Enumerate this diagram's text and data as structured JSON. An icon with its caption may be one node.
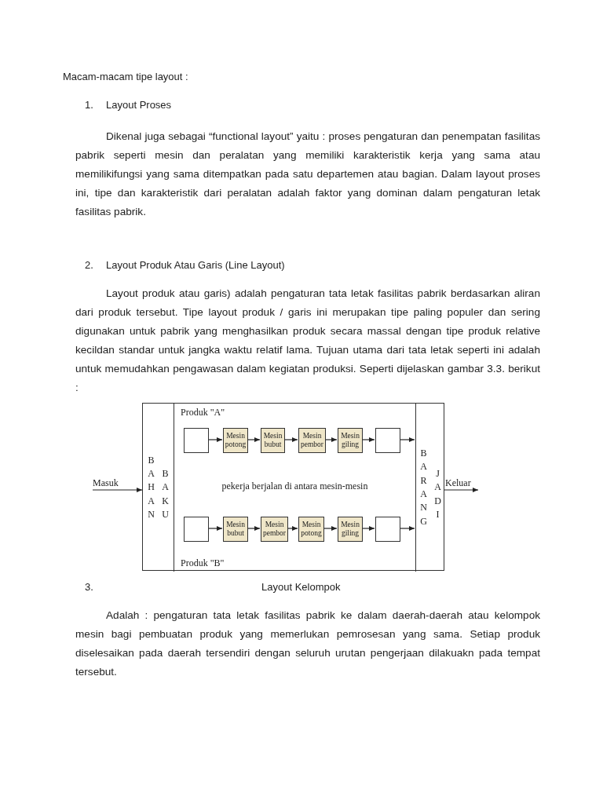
{
  "diagram": {
    "title": "Macam-macam tipe layout :",
    "nodes": [
      {
        "text": [
          "Masuk"
        ]
      },
      {
        "text": [],
        "shape": "box"
      },
      {
        "text": [
          "BAHAN",
          "BAKU"
        ],
        "in": 1
      },
      {
        "text": [
          "Produk \"A\"",
          "pekerja berjalan di antara mesin-mesin",
          "Produk \"B\""
        ],
        "in": 1
      },
      {
        "text": [
          "BARANG",
          "JADI"
        ],
        "in": 1
      },
      {
        "text": [],
        "shape": "box",
        "in": 3
      },
      {
        "text": [
          "Mesin potong"
        ],
        "in": 3
      },
      {
        "text": [
          "Mesin bubut"
        ],
        "in": 3
      },
      {
        "text": [
          "Mesin pembor"
        ],
        "in": 3
      },
      {
        "text": [
          "Mesin giling"
        ],
        "in": 3
      },
      {
        "text": [],
        "shape": "box",
        "in": 3
      },
      {
        "text": [],
        "shape": "box",
        "in": 3
      },
      {
        "text": [
          "Mesin bubut"
        ],
        "in": 3
      },
      {
        "text": [
          "Mesin pembor"
        ],
        "in": 3
      },
      {
        "text": [
          "Mesin potong"
        ],
        "in": 3
      },
      {
        "text": [
          "Mesin giling"
        ],
        "in": 3
      },
      {
        "text": [],
        "shape": "box",
        "in": 3
      },
      {
        "text": [
          "Keluar"
        ]
      }
    ],
    "edges": [
      {
        "from": 0,
        "to": 2,
        "arrow": "to"
      },
      {
        "from": 5,
        "to": 6,
        "arrow": "to"
      },
      {
        "from": 6,
        "to": 7,
        "arrow": "to"
      },
      {
        "from": 7,
        "to": 8,
        "arrow": "to"
      },
      {
        "from": 8,
        "to": 9,
        "arrow": "to"
      },
      {
        "from": 9,
        "to": 10,
        "arrow": "to"
      },
      {
        "from": 10,
        "to": 4,
        "arrow": "to"
      },
      {
        "from": 11,
        "to": 12,
        "arrow": "to"
      },
      {
        "from": 12,
        "to": 13,
        "arrow": "to"
      },
      {
        "from": 13,
        "to": 14,
        "arrow": "to"
      },
      {
        "from": 14,
        "to": 15,
        "arrow": "to"
      },
      {
        "from": 15,
        "to": 16,
        "arrow": "to"
      },
      {
        "from": 16,
        "to": 4,
        "arrow": "to"
      },
      {
        "from": 4,
        "to": 17,
        "arrow": "to"
      }
    ],
    "labels": [
      "1.",
      "Layout Proses",
      "Dikenal juga sebagai  “functional layout” yaitu : proses pengaturan dan penempatan fasilitas pabrik seperti mesin dan peralatan yang memiliki karakteristik kerja yang sama atau memilikifungsi yang sama ditempatkan pada satu departemen atau bagian. Dalam layout proses ini, tipe dan karakteristik dari peralatan adalah faktor yang dominan dalam pengaturan letak fasilitas pabrik.",
      "2.",
      "Layout Produk Atau Garis (Line Layout)",
      "Layout produk atau garis)  adalah pengaturan tata letak fasilitas pabrik berdasarkan aliran dari produk tersebut. Tipe layout produk / garis ini merupakan tipe paling populer dan sering digunakan untuk pabrik yang menghasilkan produk secara massal dengan tipe produk relative kecildan standar untuk jangka waktu relatif lama. Tujuan utama dari tata letak seperti ini adalah untuk memudahkan pengawasan dalam kegiatan produksi. Seperti dijelaskan gambar 3.3. berikut :",
      "3.",
      "Layout Kelompok",
      "Adalah : pengaturan tata letak fasilitas pabrik ke dalam daerah-daerah atau kelompok mesin bagi pembuatan produk yang memerlukan pemrosesan yang sama. Setiap produk diselesaikan pada daerah tersendiri dengan seluruh urutan pengerjaan dilakuakn pada tempat tersebut."
    ]
  }
}
